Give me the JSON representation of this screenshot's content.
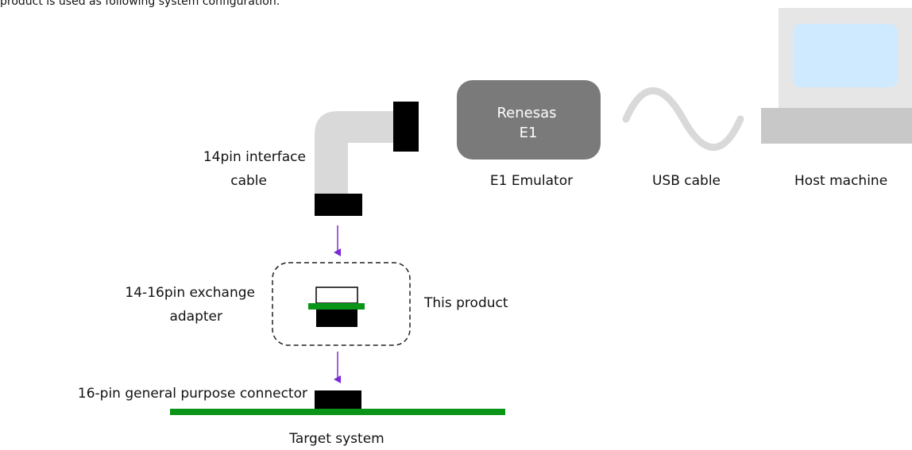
{
  "intro": "product is used as following system configuration.",
  "labels": {
    "cable_line1": "14pin interface",
    "cable_line2": "cable",
    "emulator": "E1 Emulator",
    "usb_cable": "USB cable",
    "host": "Host machine",
    "adapter_line1": "14-16pin exchange",
    "adapter_line2": "adapter",
    "this_product": "This product",
    "connector": "16-pin general purpose connector",
    "target": "Target system"
  },
  "emulator_logo": {
    "line1": "Renesas",
    "line2": "E1"
  },
  "colors": {
    "emulator_body": "#7a7a7a",
    "cable_gray": "#d9d9d9",
    "connector_black": "#000000",
    "arrow_purple": "#7b2bd6",
    "board_green": "#0a9418",
    "monitor_frame": "#e6e6e6",
    "monitor_base": "#c8c8c8",
    "screen": "#cfe9ff"
  }
}
